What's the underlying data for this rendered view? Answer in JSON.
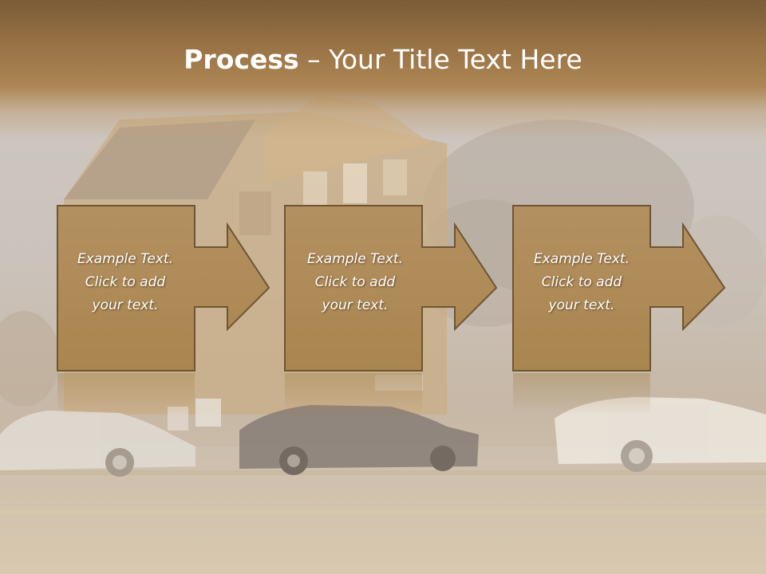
{
  "slide": {
    "title_bold": "Process",
    "title_rest": " – Your Title Text Here"
  },
  "steps": [
    {
      "line1": "Example Text.",
      "line2": "Click  to add",
      "line3": "your text."
    },
    {
      "line1": "Example Text.",
      "line2": "Click  to add",
      "line3": "your text."
    },
    {
      "line1": "Example Text.",
      "line2": "Click  to add",
      "line3": "your text."
    }
  ],
  "colors": {
    "title_band": "#9a7446",
    "box_fill": "#b08c5a",
    "box_border": "#6e5533",
    "text": "#ffffff"
  },
  "icons": [
    "right-arrow-icon"
  ]
}
